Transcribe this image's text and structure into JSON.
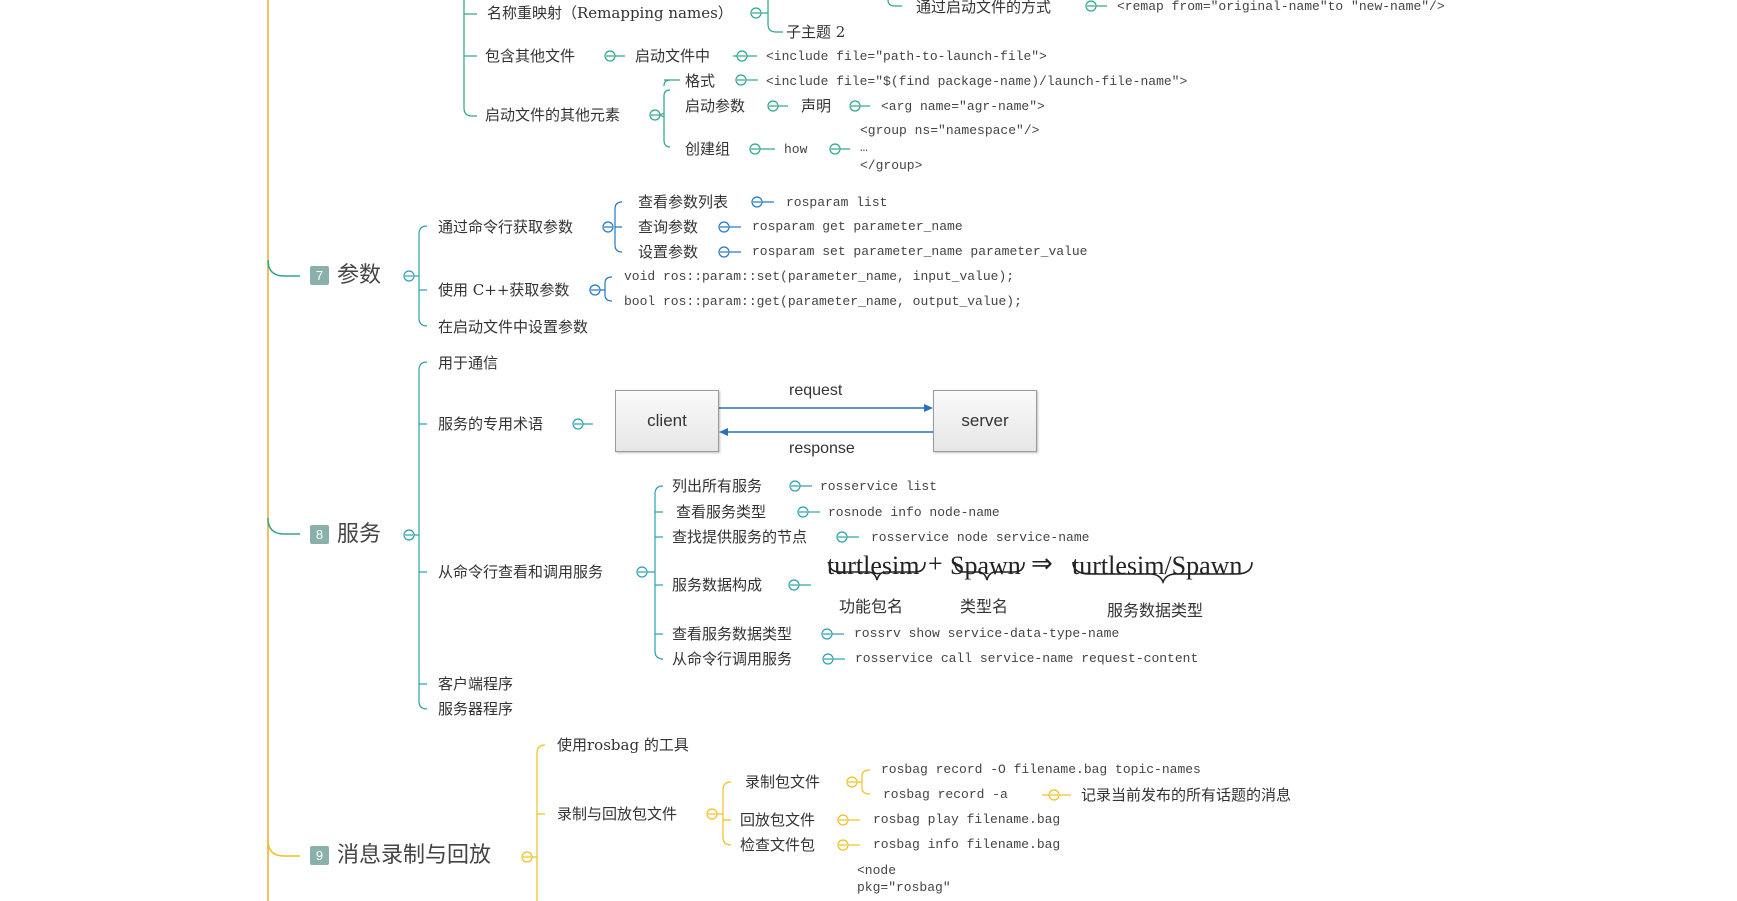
{
  "colors": {
    "trunk": "#f0a830",
    "green": "#2ea58c",
    "teal": "#2aa0b0",
    "blue": "#1f78c8",
    "yellow": "#f0c020"
  },
  "top": {
    "remap_label": "名称重映射（Remapping names）",
    "remap_method": "通过启动文件的方式",
    "remap_code": "<remap from=\"original-name\"to \"new-name\"/>",
    "subtopic2": "子主题 2",
    "include_label": "包含其他文件",
    "include_in": "启动文件中",
    "include_code": "<include file=\"path-to-launch-file\">",
    "other_label": "启动文件的其他元素",
    "format_label": "格式",
    "format_code": "<include file=\"$(find package-name)/launch-file-name\">",
    "args_label": "启动参数",
    "declare_label": "声明",
    "arg_code": "<arg name=\"agr-name\">",
    "group_label": "创建组",
    "how_label": "how",
    "group_code1": "<group ns=\"namespace\"/>",
    "group_code2": "…",
    "group_code3": "</group>"
  },
  "params": {
    "badge": "7",
    "title": "参数",
    "cmdline": "通过命令行获取参数",
    "list_label": "查看参数列表",
    "list_code": "rosparam list",
    "get_label": "查询参数",
    "get_code": "rosparam get parameter_name",
    "set_label": "设置参数",
    "set_code": "rosparam set parameter_name parameter_value",
    "cpp_label": "使用 C++获取参数",
    "cpp_set": "void ros::param::set(parameter_name, input_value);",
    "cpp_get": "bool ros::param::get(parameter_name, output_value);",
    "launch_label": "在启动文件中设置参数"
  },
  "services": {
    "badge": "8",
    "title": "服务",
    "comm": "用于通信",
    "terms": "服务的专用术语",
    "client": "client",
    "server": "server",
    "request": "request",
    "response": "response",
    "cmdline": "从命令行查看和调用服务",
    "list_label": "列出所有服务",
    "list_code": "rosservice list",
    "type_label": "查看服务类型",
    "type_code": "rosnode info node-name",
    "find_label": "查找提供服务的节点",
    "find_code": "rosservice node service-name",
    "data_label": "服务数据构成",
    "turtlesim": "turtlesim",
    "plus": "+",
    "spawn": "Spawn",
    "arrow": "⇒",
    "full": "turtlesim/Spawn",
    "pkg_name": "功能包名",
    "type_name": "类型名",
    "srv_type": "服务数据类型",
    "showtype_label": "查看服务数据类型",
    "showtype_code": "rossrv show service-data-type-name",
    "call_label": "从命令行调用服务",
    "call_code": "rosservice call service-name request-content",
    "client_prog": "客户端程序",
    "server_prog": "服务器程序"
  },
  "bag": {
    "badge": "9",
    "title": "消息录制与回放",
    "tool": "使用rosbag 的工具",
    "record_play": "录制与回放包文件",
    "record_label": "录制包文件",
    "record_code1": "rosbag record -O filename.bag topic-names",
    "record_code2": "rosbag record -a",
    "record_note": "记录当前发布的所有话题的消息",
    "play_label": "回放包文件",
    "play_code": "rosbag play filename.bag",
    "info_label": "检查文件包",
    "info_code": "rosbag info filename.bag",
    "node_code1": "<node",
    "node_code2": "pkg=\"rosbag\""
  }
}
